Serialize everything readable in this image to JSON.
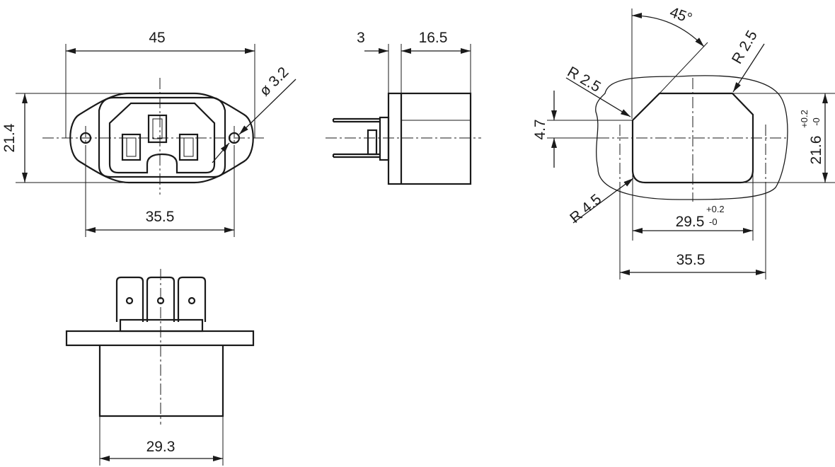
{
  "front_view": {
    "width_overall": "45",
    "height": "21.4",
    "hole_pitch": "35.5",
    "hole_diameter": "ø 3.2"
  },
  "side_view": {
    "flange_thickness": "3",
    "body_depth": "16.5"
  },
  "cutout_view": {
    "radius_top_left": "R 2.5",
    "radius_top_right": "R 2.5",
    "radius_bottom": "R 4.5",
    "angle": "45°",
    "offset": "4.7",
    "height": "21.6",
    "height_tol_upper": "+0.2",
    "height_tol_lower": "-0",
    "width": "29.5",
    "width_tol_upper": "+0.2",
    "width_tol_lower": "-0",
    "hole_pitch": "35.5"
  },
  "bottom_view": {
    "body_width": "29.3"
  }
}
